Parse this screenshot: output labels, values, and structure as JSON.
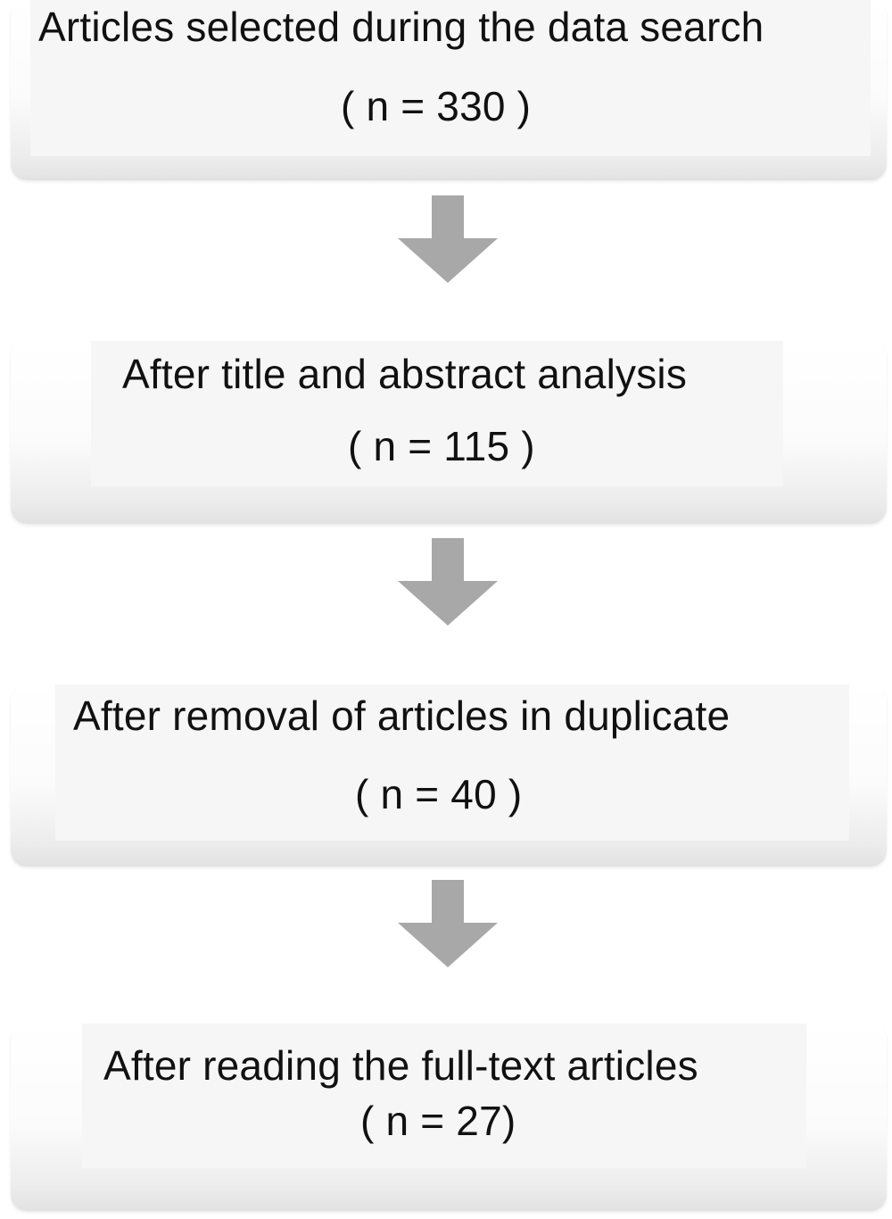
{
  "steps": [
    {
      "label": "Articles selected during the data search",
      "count": "( n = 330 )"
    },
    {
      "label": "After title and abstract analysis",
      "count": "( n = 115 )"
    },
    {
      "label": "After removal of articles in duplicate",
      "count": "( n = 40 )"
    },
    {
      "label": "After reading the full-text articles",
      "count": "( n = 27)"
    }
  ],
  "colors": {
    "arrow": "#a8a8a8",
    "card": "#f6f6f6",
    "text": "#111111"
  },
  "icons": {
    "arrow": "down-arrow-icon"
  }
}
